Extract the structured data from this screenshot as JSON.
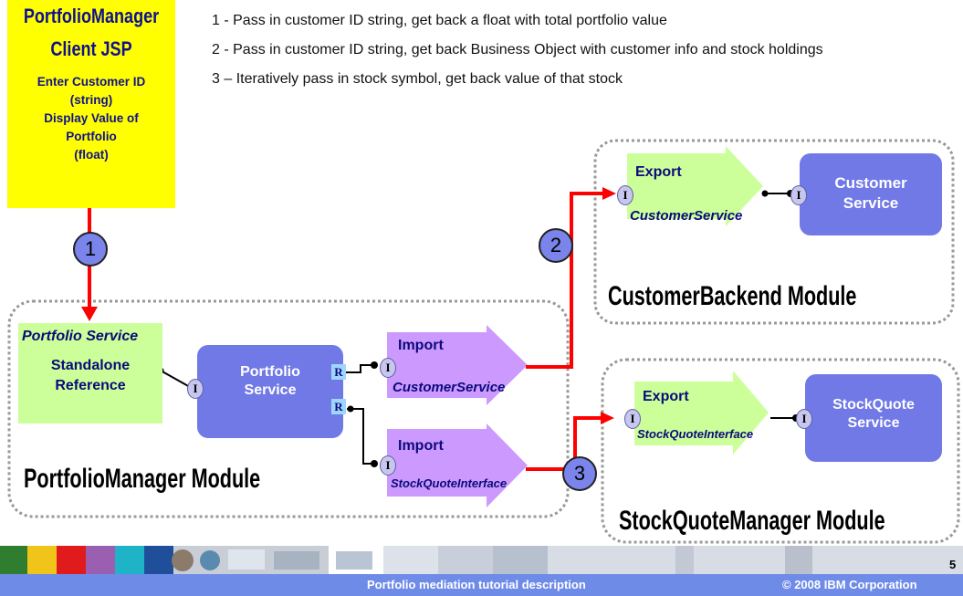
{
  "client": {
    "title_line1": "PortfolioManager",
    "title_line2": "Client JSP",
    "desc_lines": [
      "Enter Customer ID",
      "(string)",
      "Display Value of",
      "Portfolio",
      "(float)"
    ]
  },
  "notes": {
    "line1": "1 - Pass in customer ID string, get back a float with total portfolio value",
    "line2": "2 - Pass in customer ID string, get back Business Object with customer info and stock holdings",
    "line3": "3 – Iteratively pass in stock symbol, get back value of that stock"
  },
  "steps": [
    "1",
    "2",
    "3"
  ],
  "portfolio_module": {
    "label": "PortfolioManager Module",
    "standalone_ref": {
      "title": "Portfolio Service",
      "line1": "Standalone",
      "line2": "Reference"
    },
    "component": {
      "line1": "Portfolio",
      "line2": "Service"
    },
    "import1": {
      "label": "Import",
      "name": "CustomerService"
    },
    "import2": {
      "label": "Import",
      "name": "StockQuoteInterface"
    }
  },
  "customer_module": {
    "label": "CustomerBackend Module",
    "export": {
      "label": "Export",
      "name": "CustomerService"
    },
    "component": {
      "line1": "Customer",
      "line2": "Service"
    }
  },
  "stock_module": {
    "label": "StockQuoteManager Module",
    "export": {
      "label": "Export",
      "name": "StockQuoteInterface"
    },
    "component": {
      "line1": "StockQuote",
      "line2": "Service"
    }
  },
  "markers": {
    "interface": "I",
    "reference": "R"
  },
  "footer": {
    "title": "Portfolio mediation tutorial description",
    "copyright": "© 2008 IBM Corporation",
    "page": "5"
  },
  "colors": {
    "client_bg": "#ffff00",
    "client_text": "#101090",
    "component_blue": "#7079e6",
    "export_green": "#ccff99",
    "import_purple": "#cc99ff",
    "wire_red": "#ff0000",
    "footer_blue": "#6f8be8"
  }
}
